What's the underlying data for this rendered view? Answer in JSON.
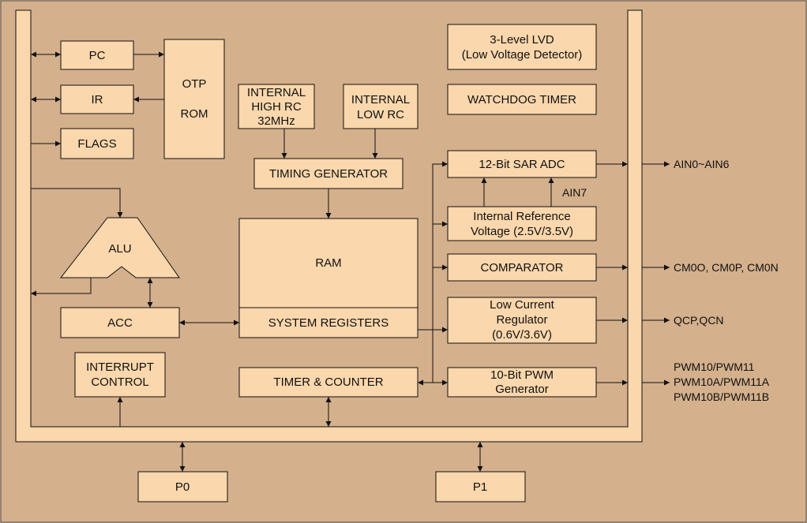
{
  "blocks": {
    "pc": "PC",
    "ir": "IR",
    "flags": "FLAGS",
    "otp_line1": "OTP",
    "otp_line2": "ROM",
    "int_high_rc_line1": "INTERNAL",
    "int_high_rc_line2": "HIGH RC",
    "int_high_rc_line3": "32MHz",
    "int_low_rc_line1": "INTERNAL",
    "int_low_rc_line2": "LOW RC",
    "lvd_line1": "3-Level LVD",
    "lvd_line2": "(Low Voltage Detector)",
    "watchdog": "WATCHDOG TIMER",
    "timing_generator": "TIMING GENERATOR",
    "adc": "12-Bit SAR ADC",
    "vref_line1": "Internal Reference",
    "vref_line2": "Voltage (2.5V/3.5V)",
    "alu": "ALU",
    "ram": "RAM",
    "system_registers": "SYSTEM REGISTERS",
    "comparator": "COMPARATOR",
    "acc": "ACC",
    "regulator_line1": "Low Current",
    "regulator_line2": "Regulator",
    "regulator_line3": "(0.6V/3.6V)",
    "interrupt_line1": "INTERRUPT",
    "interrupt_line2": "CONTROL",
    "timer_counter": "TIMER & COUNTER",
    "pwm_line1": "10-Bit PWM",
    "pwm_line2": "Generator",
    "p0": "P0",
    "p1": "P1"
  },
  "labels": {
    "ain7": "AIN7",
    "ain0_ain6": "AIN0~AIN6",
    "cm_pins": "CM0O, CM0P, CM0N",
    "qcp_qcn": "QCP,QCN",
    "pwm_pins_line1": "PWM10/PWM11",
    "pwm_pins_line2": "PWM10A/PWM11A",
    "pwm_pins_line3": "PWM10B/PWM11B"
  },
  "colors": {
    "background": "#d4b08c",
    "block_fill": "#fad7ac",
    "stroke": "#111111"
  }
}
